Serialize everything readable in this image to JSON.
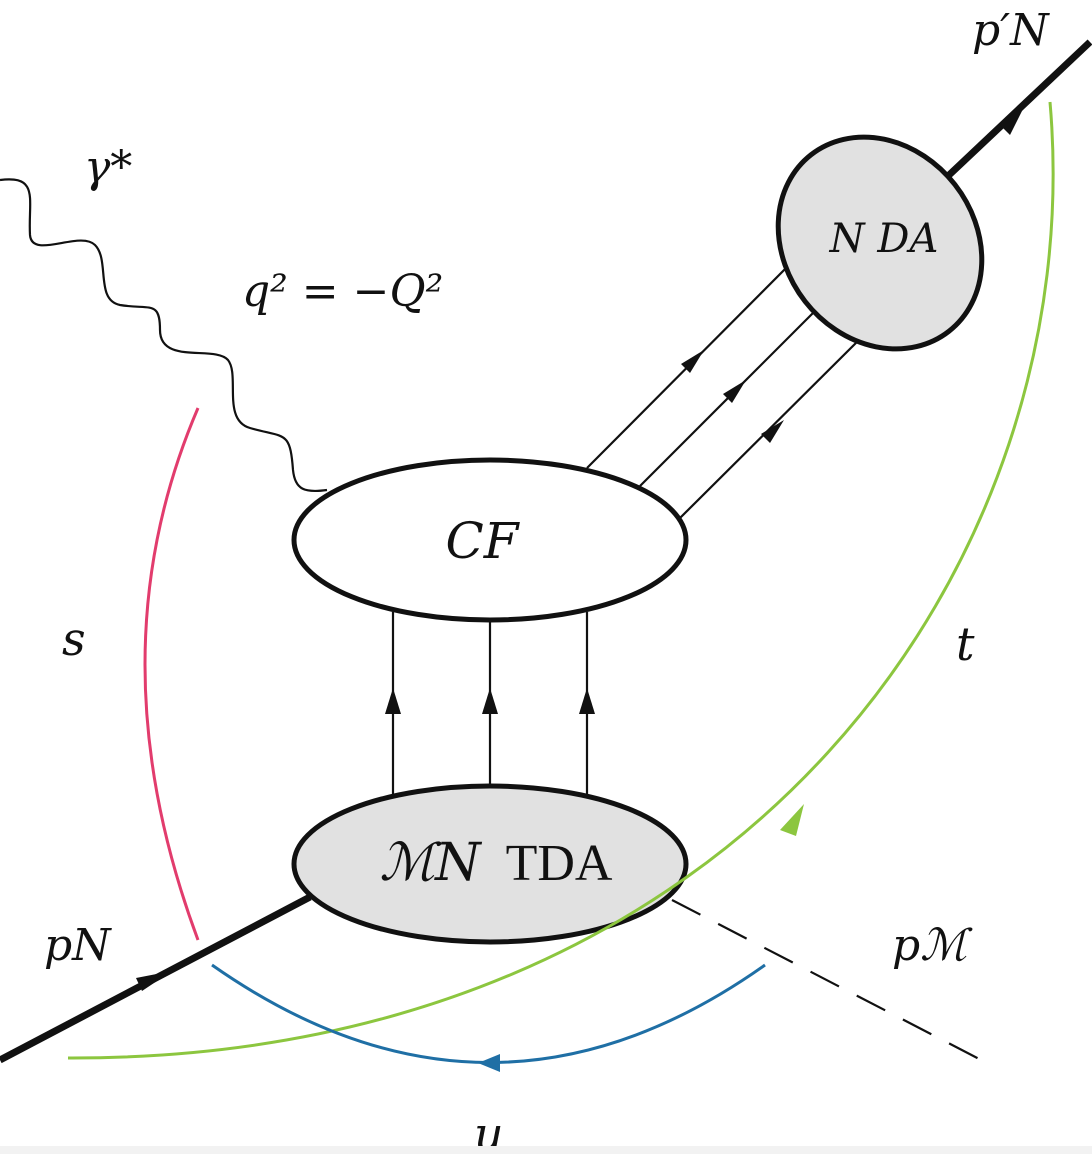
{
  "diagram": {
    "photon_label": "γ*",
    "virtuality_label": "q² = −Q²",
    "cf_label": "CF",
    "nda_label": "N DA",
    "tda_label_script": "ℳN",
    "tda_label_text": "TDA",
    "incoming_nucleon_label": "pN",
    "outgoing_nucleon_label": "p′N",
    "meson_label": "pℳ",
    "s_label": "s",
    "t_label": "t",
    "u_label": "u",
    "colors": {
      "s_arc": "#e23c6d",
      "t_arc": "#8cc63f",
      "u_arc": "#1f6fa5",
      "blob_grey": "#e1e1e1",
      "line": "#111111"
    }
  }
}
